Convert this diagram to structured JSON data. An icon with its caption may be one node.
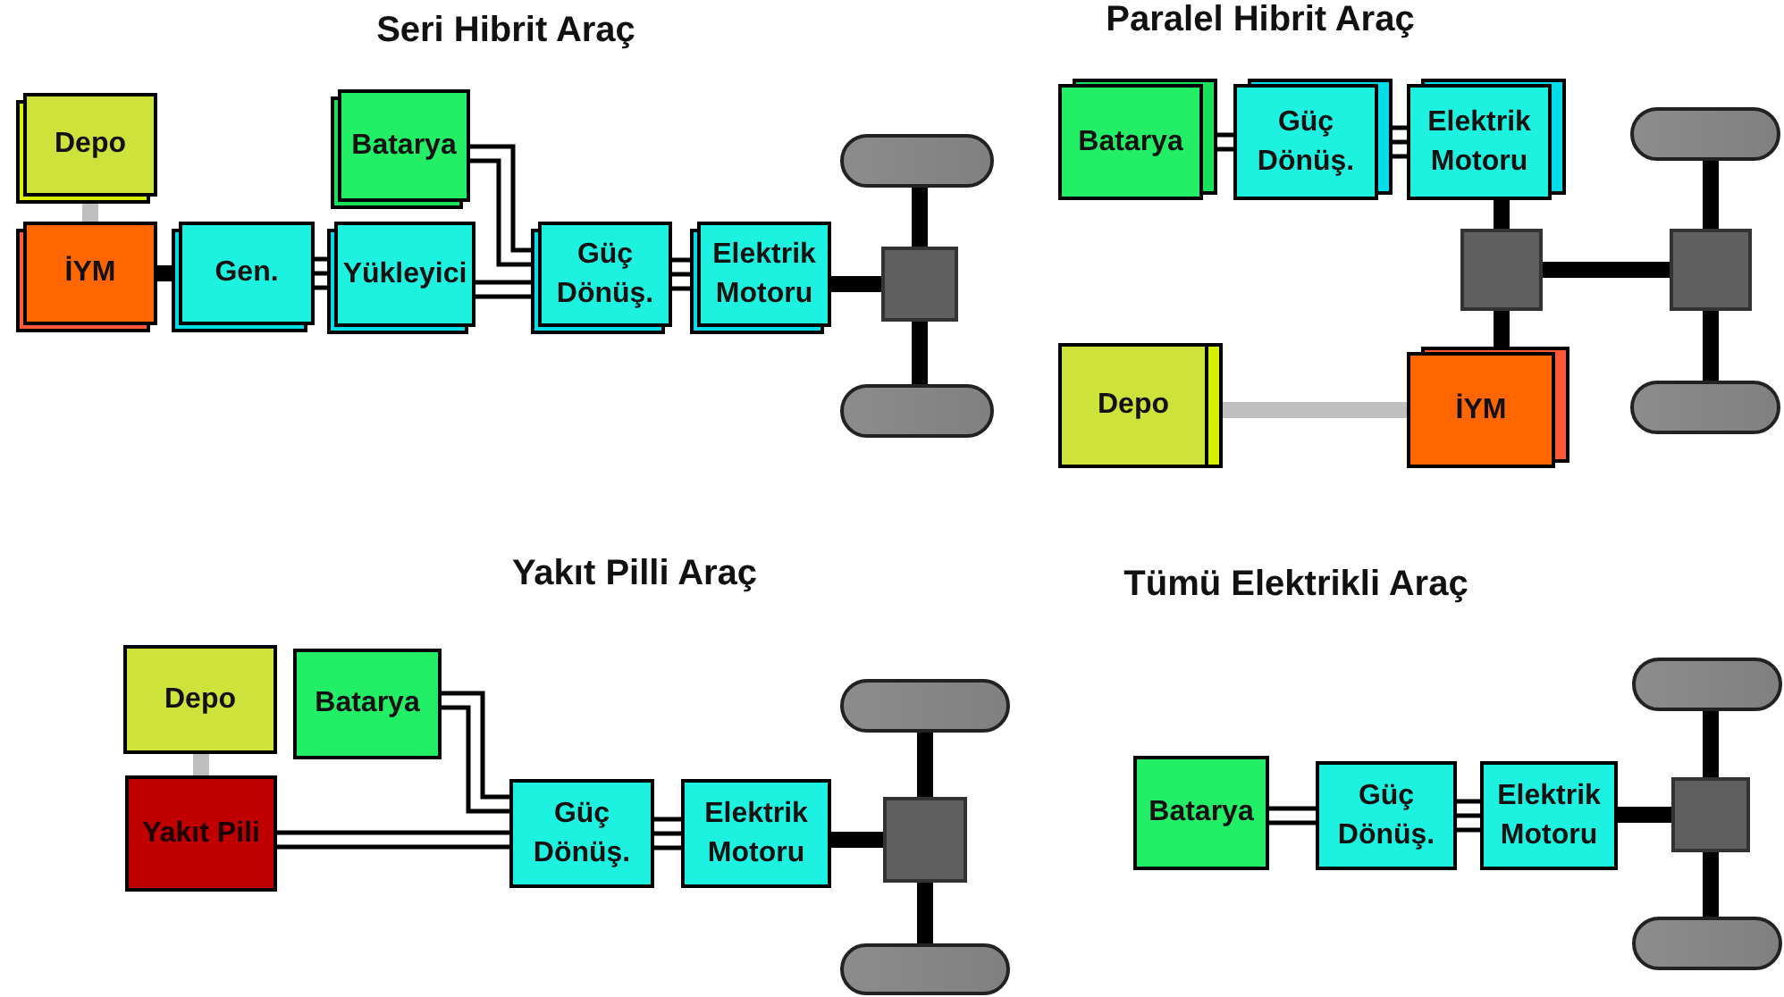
{
  "diagram": {
    "nodes": [
      {
        "text": [
          "Depo"
        ]
      },
      {
        "text": [
          "Batarya"
        ]
      },
      {
        "text": [
          "İYM"
        ]
      },
      {
        "text": [
          "Gen."
        ]
      },
      {
        "text": [
          "Yükleyici"
        ]
      },
      {
        "text": [
          "Güç Dönüş."
        ]
      },
      {
        "text": [
          "Elektrik Motoru"
        ]
      },
      {
        "text": [],
        "shape": "wheel"
      },
      {
        "text": [],
        "shape": "box"
      },
      {
        "text": [],
        "shape": "wheel"
      },
      {
        "text": [
          "Batarya"
        ]
      },
      {
        "text": [
          "Güç Dönüş."
        ]
      },
      {
        "text": [
          "Elektrik Motoru"
        ]
      },
      {
        "text": [],
        "shape": "wheel"
      },
      {
        "text": [],
        "shape": "box"
      },
      {
        "text": [],
        "shape": "box"
      },
      {
        "text": [
          "Depo"
        ]
      },
      {
        "text": [
          "İYM"
        ]
      },
      {
        "text": [],
        "shape": "wheel"
      },
      {
        "text": [
          "Depo"
        ]
      },
      {
        "text": [
          "Batarya"
        ]
      },
      {
        "text": [
          "Yakıt Pili"
        ]
      },
      {
        "text": [],
        "shape": "wheel"
      },
      {
        "text": [
          "Güç Dönüş."
        ]
      },
      {
        "text": [
          "Elektrik Motoru"
        ]
      },
      {
        "text": [],
        "shape": "box"
      },
      {
        "text": [],
        "shape": "wheel"
      },
      {
        "text": [],
        "shape": "wheel"
      },
      {
        "text": [
          "Batarya"
        ]
      },
      {
        "text": [
          "Güç Dönüş."
        ]
      },
      {
        "text": [
          "Elektrik Motoru"
        ]
      },
      {
        "text": [],
        "shape": "box"
      },
      {
        "text": [],
        "shape": "wheel"
      }
    ],
    "edges": [
      {
        "from": 0,
        "to": 2,
        "arrow": "none",
        "style": "thick",
        "color": "#bfbfbf"
      },
      {
        "from": 2,
        "to": 3,
        "arrow": "none",
        "style": "thick"
      },
      {
        "from": 3,
        "to": 4,
        "arrow": "none"
      },
      {
        "from": 3,
        "to": 4,
        "arrow": "none"
      },
      {
        "from": 3,
        "to": 4,
        "arrow": "none"
      },
      {
        "from": 4,
        "to": 5,
        "arrow": "none"
      },
      {
        "from": 4,
        "to": 5,
        "arrow": "none"
      },
      {
        "from": 1,
        "to": 5,
        "arrow": "none"
      },
      {
        "from": 1,
        "to": 5,
        "arrow": "none"
      },
      {
        "from": 5,
        "to": 6,
        "arrow": "none"
      },
      {
        "from": 5,
        "to": 6,
        "arrow": "none"
      },
      {
        "from": 5,
        "to": 6,
        "arrow": "none"
      },
      {
        "from": 6,
        "to": 8,
        "arrow": "none",
        "style": "thick"
      },
      {
        "from": 8,
        "to": 7,
        "arrow": "none",
        "style": "thick"
      },
      {
        "from": 8,
        "to": 9,
        "arrow": "none",
        "style": "thick"
      },
      {
        "from": 10,
        "to": 11,
        "arrow": "none"
      },
      {
        "from": 10,
        "to": 11,
        "arrow": "none"
      },
      {
        "from": 11,
        "to": 12,
        "arrow": "none"
      },
      {
        "from": 11,
        "to": 12,
        "arrow": "none"
      },
      {
        "from": 11,
        "to": 12,
        "arrow": "none"
      },
      {
        "from": 12,
        "to": 14,
        "arrow": "none",
        "style": "thick"
      },
      {
        "from": 17,
        "to": 14,
        "arrow": "none",
        "style": "thick"
      },
      {
        "from": 14,
        "to": 15,
        "arrow": "none",
        "style": "thick"
      },
      {
        "from": 15,
        "to": 13,
        "arrow": "none",
        "style": "thick"
      },
      {
        "from": 15,
        "to": 18,
        "arrow": "none",
        "style": "thick"
      },
      {
        "from": 16,
        "to": 17,
        "arrow": "none",
        "style": "thick",
        "color": "#bfbfbf"
      },
      {
        "from": 19,
        "to": 21,
        "arrow": "none",
        "style": "thick",
        "color": "#bfbfbf"
      },
      {
        "from": 20,
        "to": 23,
        "arrow": "none"
      },
      {
        "from": 20,
        "to": 23,
        "arrow": "none"
      },
      {
        "from": 21,
        "to": 23,
        "arrow": "none"
      },
      {
        "from": 21,
        "to": 23,
        "arrow": "none"
      },
      {
        "from": 23,
        "to": 24,
        "arrow": "none"
      },
      {
        "from": 23,
        "to": 24,
        "arrow": "none"
      },
      {
        "from": 23,
        "to": 24,
        "arrow": "none"
      },
      {
        "from": 24,
        "to": 25,
        "arrow": "none",
        "style": "thick"
      },
      {
        "from": 25,
        "to": 22,
        "arrow": "none",
        "style": "thick"
      },
      {
        "from": 25,
        "to": 26,
        "arrow": "none",
        "style": "thick"
      },
      {
        "from": 28,
        "to": 29,
        "arrow": "none"
      },
      {
        "from": 28,
        "to": 29,
        "arrow": "none"
      },
      {
        "from": 29,
        "to": 30,
        "arrow": "none"
      },
      {
        "from": 29,
        "to": 30,
        "arrow": "none"
      },
      {
        "from": 29,
        "to": 30,
        "arrow": "none"
      },
      {
        "from": 30,
        "to": 31,
        "arrow": "none",
        "style": "thick"
      },
      {
        "from": 31,
        "to": 27,
        "arrow": "none",
        "style": "thick"
      },
      {
        "from": 31,
        "to": 32,
        "arrow": "none",
        "style": "thick"
      }
    ],
    "labels": [
      "Seri Hibrit Araç",
      "Paralel Hibrit Araç",
      "Yakıt Pilli Araç",
      "Tümü Elektrikli Araç"
    ]
  }
}
